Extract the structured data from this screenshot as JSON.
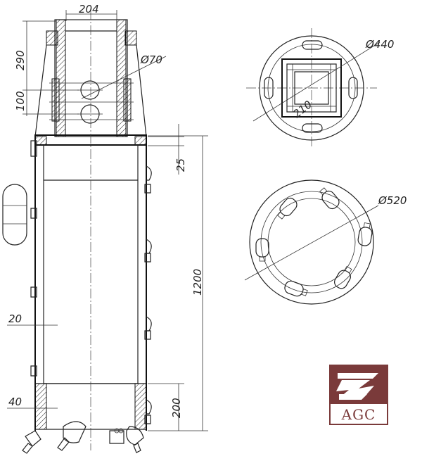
{
  "dimensions": {
    "top_width": "204",
    "top_height": "290",
    "hole_spacing": "100",
    "hole_diameter": "Ø70",
    "top_plate": "25",
    "barrel_length": "1200",
    "wall_thickness": "20",
    "lower_wall": "40",
    "bottom_band": "200",
    "top_view_diameter": "Ø440",
    "square_size": "210",
    "bottom_view_diameter": "Ø520"
  },
  "logo": {
    "text": "AGC",
    "background_color": "#7a3a3a"
  }
}
